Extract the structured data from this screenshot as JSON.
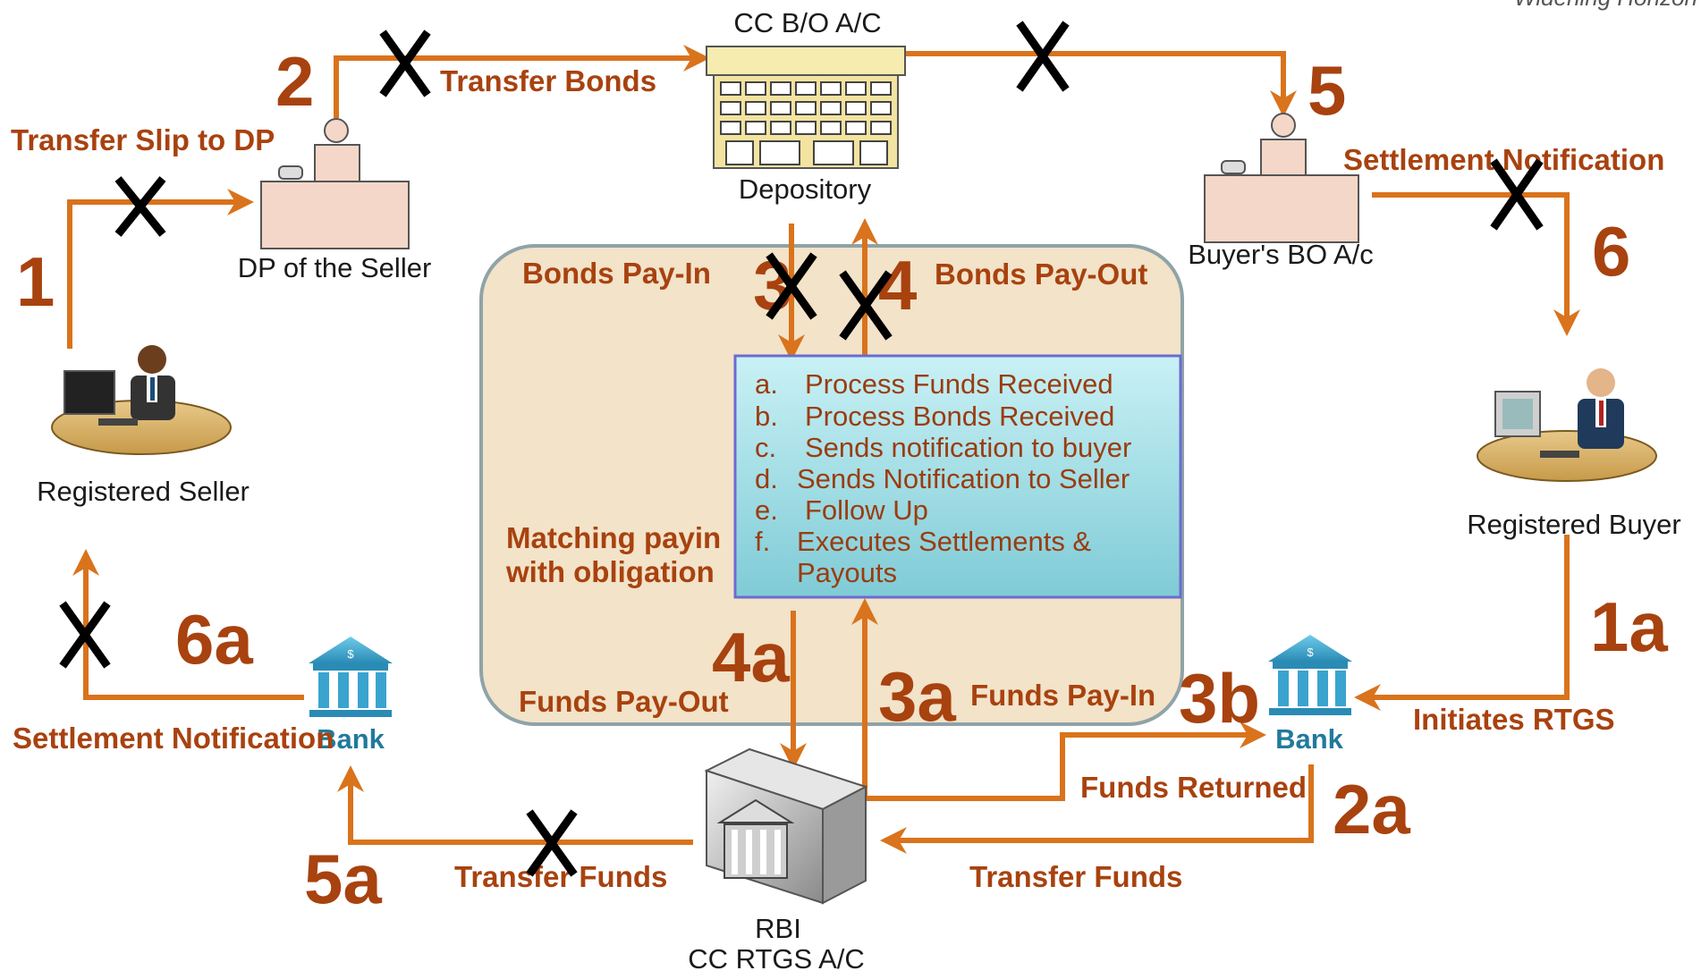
{
  "header": {
    "tagline": "Widening Horizon"
  },
  "nodes": {
    "seller": "Registered Seller",
    "dp_seller": "DP of the Seller",
    "depository_account": "CC B/O A/C",
    "depository": "Depository",
    "buyer_bo": "Buyer's BO A/c",
    "buyer": "Registered Buyer",
    "bank_left": "Bank",
    "bank_right": "Bank",
    "rbi": "RBI",
    "rbi_account": "CC RTGS A/C"
  },
  "center": {
    "matching_line1": "Matching payin",
    "matching_line2": "with obligation",
    "tasks": [
      {
        "letter": "a.",
        "text": "Process Funds Received"
      },
      {
        "letter": "b.",
        "text": "Process Bonds Received"
      },
      {
        "letter": "c.",
        "text": "Sends notification to buyer"
      },
      {
        "letter": "d.",
        "text": "Sends Notification to Seller"
      },
      {
        "letter": "e.",
        "text": "Follow Up"
      },
      {
        "letter": "f.",
        "text": "Executes Settlements &"
      },
      {
        "letter": "",
        "text": "Payouts"
      }
    ]
  },
  "flows": {
    "transfer_slip": "Transfer Slip to DP",
    "transfer_bonds": "Transfer Bonds",
    "settlement_notification_right": "Settlement Notification",
    "bonds_pay_in": "Bonds Pay-In",
    "bonds_pay_out": "Bonds Pay-Out",
    "funds_pay_out": "Funds Pay-Out",
    "funds_pay_in": "Funds Pay-In",
    "settlement_notification_left": "Settlement Notification",
    "initiates_rtgs": "Initiates RTGS",
    "funds_returned": "Funds Returned",
    "transfer_funds_left": "Transfer Funds",
    "transfer_funds_right": "Transfer Funds"
  },
  "steps": {
    "s1": "1",
    "s2": "2",
    "s3": "3",
    "s4": "4",
    "s5": "5",
    "s6": "6",
    "s1a": "1a",
    "s2a": "2a",
    "s3a": "3a",
    "s3b": "3b",
    "s4a": "4a",
    "s5a": "5a",
    "s6a": "6a"
  },
  "colors": {
    "flow_arrow": "#d9731c",
    "label_text": "#a8420f",
    "panel_fill": "#f2e3c9",
    "panel_border": "#8fa3a8",
    "task_box": "#a6e3ea",
    "task_text": "#9a3c10"
  }
}
